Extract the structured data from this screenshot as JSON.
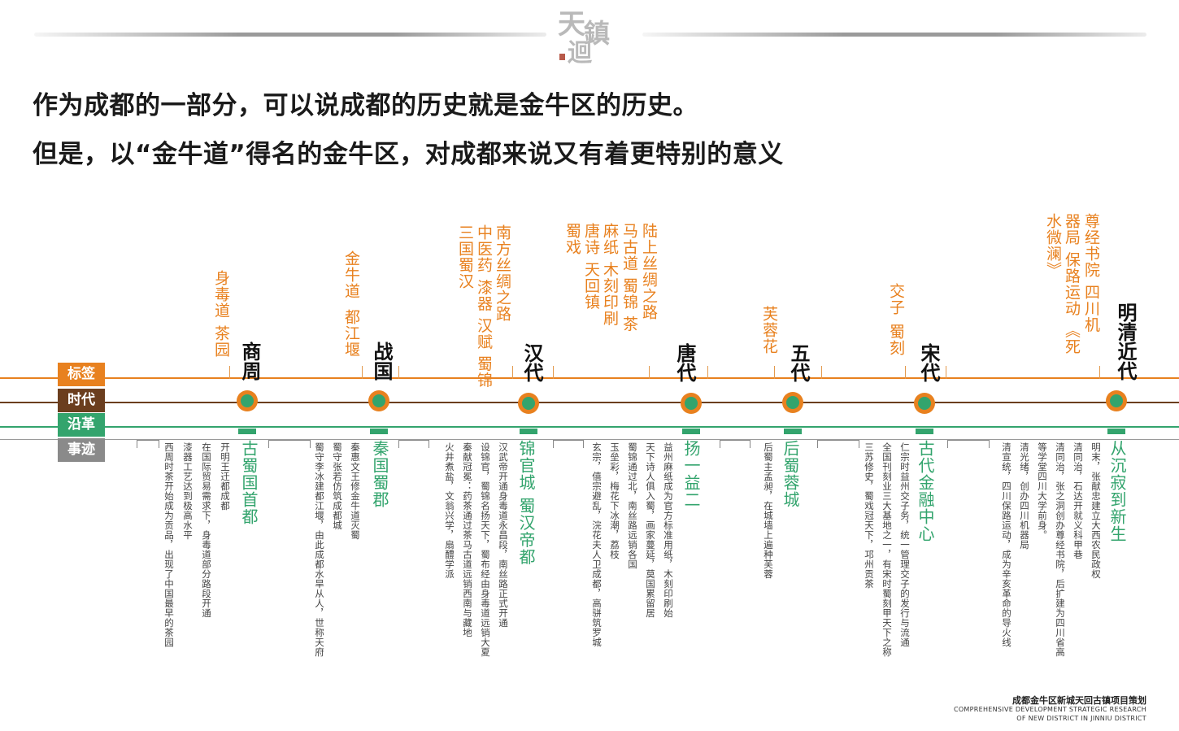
{
  "header": {
    "logo_chars": [
      "天",
      "迴",
      "鎮"
    ]
  },
  "headline": {
    "line1": "作为成都的一部分，可以说成都的历史就是金牛区的历史。",
    "line2": "但是，以“金牛道”得名的金牛区，对成都来说又有着更特别的意义"
  },
  "legend": {
    "tag": "标签",
    "era": "时代",
    "evolution": "沿革",
    "facts": "事迹"
  },
  "colors": {
    "orange": "#e8811f",
    "brown": "#6b3e1e",
    "green": "#33a46d",
    "gray": "#8a8a8a"
  },
  "timeline": [
    {
      "era": "商周",
      "tags": [
        "身毒道",
        "茶园"
      ],
      "evolution": "古蜀国首都",
      "facts": [
        "开明王迁都成都",
        "在国际贸易需求下，身毒道部分路段开通",
        "漆器工艺达到极高水平",
        "西周时茶开始成为贡品，出现了中国最早的茶园"
      ]
    },
    {
      "era": "战国",
      "tags": [
        "金牛道",
        "都江堰"
      ],
      "evolution": "秦国蜀郡",
      "facts": [
        "秦惠文王修金牛道灭蜀",
        "蜀守张若仿筑成都城",
        "蜀守李冰建都江堰，由此成都水旱从人，世称天府"
      ]
    },
    {
      "era": "汉代",
      "tags": [
        "南方丝绸之路",
        "中医药  漆器  汉赋  蜀锦",
        "三国蜀汉"
      ],
      "evolution": "锦官城  蜀汉帝都",
      "facts": [
        "汉武帝开通身毒道永昌段，南丝路正式开通",
        "设锦官，蜀锦名扬天下，蜀布经由身毒道远销大夏",
        "秦献冠冕：药茶通过茶马古道远销西南与藏地",
        "火井煮盐，文翁兴学，扇醴学派"
      ]
    },
    {
      "era": "唐代",
      "tags": [
        "陆上丝绸之路",
        "马古道  蜀锦  茶",
        "麻纸  木刻印刷",
        "唐诗  天回镇",
        "蜀戏"
      ],
      "evolution": "扬一益二",
      "facts": [
        "益州麻纸成为官方标准用纸，木刻印刷始",
        "天下诗人俱入蜀，画家蔓延，莫国累留居",
        "蜀锦通过北，南丝路远销各国",
        "玉垒彩，梅花下冰潮，荔枝",
        "玄宗，僖宗避乱，浣花夫人卫成都，高骈筑罗城"
      ]
    },
    {
      "era": "五代",
      "tags": [
        "芙蓉花"
      ],
      "evolution": "后蜀蓉城",
      "facts": [
        "后蜀主孟昶，在城墙上遍种芙蓉"
      ]
    },
    {
      "era": "宋代",
      "tags": [
        "交子",
        "蜀刻"
      ],
      "evolution": "古代金融中心",
      "facts": [
        "仁宗时益州交子务，统一管理交子的发行与流通",
        "全国刊刻业三大基地之一，有宋时蜀刻甲天下之称",
        "三苏修史，蜀戏冠天下，邛州贡茶"
      ]
    },
    {
      "era": "明清近代",
      "tags": [
        "尊经书院  四川机",
        "器局  保路运动  《死",
        "水微澜》"
      ],
      "evolution": "从沉寂到新生",
      "facts": [
        "明末，张献忠建立大西农民政权",
        "清同治，石达开就义科甲巷",
        "清同治，张之洞创办尊经书院，后扩建为四川省高",
        "等学堂四川大学前身。",
        "清光绪，创办四川机器局",
        "清宣统，四川保路运动，成为辛亥革命的导火线"
      ]
    }
  ],
  "footer": {
    "line1": "成都金牛区新城天回古镇项目策划",
    "line2": "COMPREHENSIVE DEVELOPMENT STRATEGIC RESEARCH",
    "line3": "OF NEW DISTRICT IN JINNIU DISTRICT"
  }
}
